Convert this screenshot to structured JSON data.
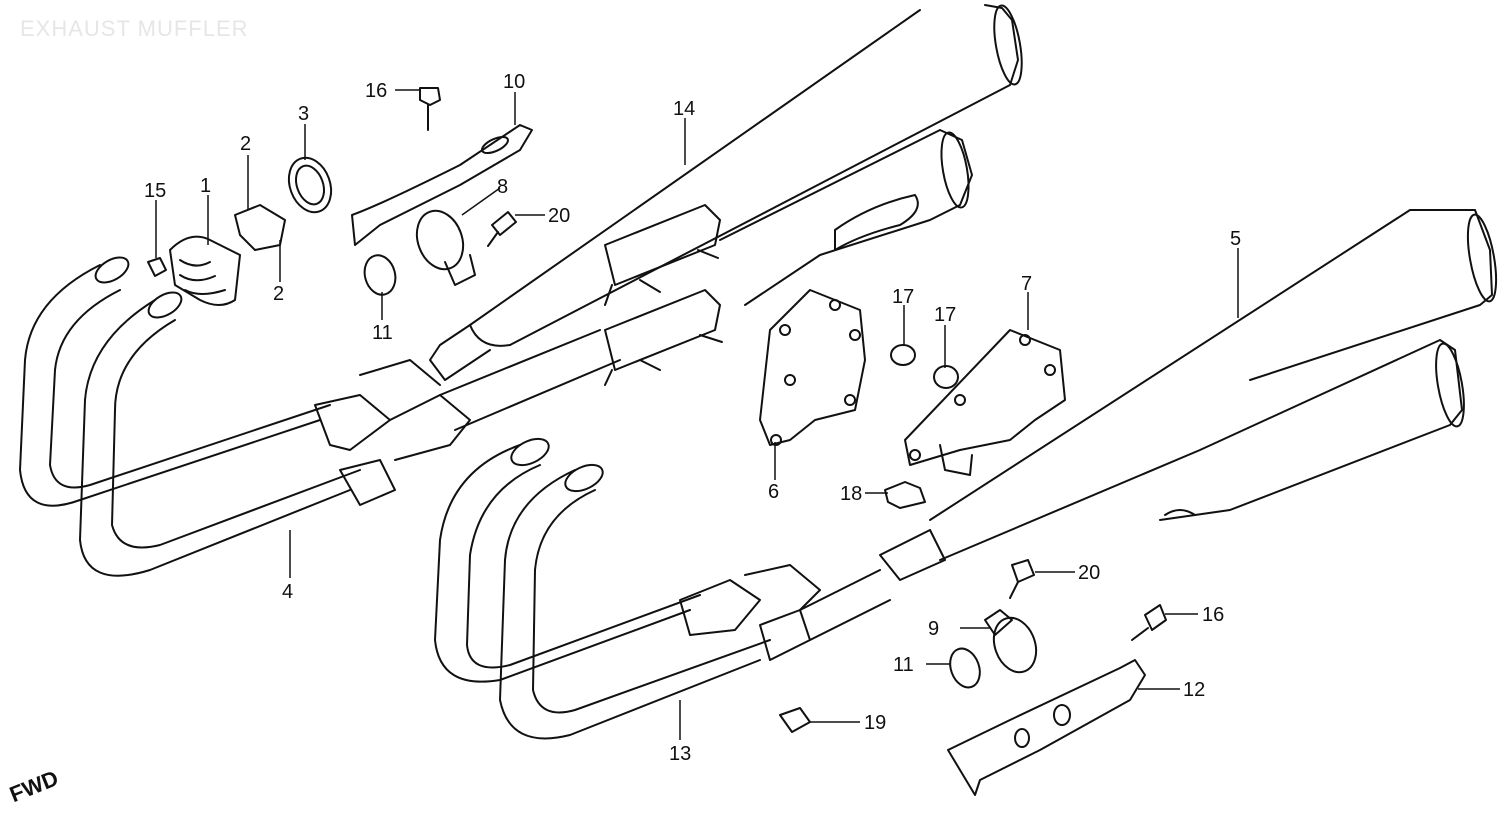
{
  "title": "EXHAUST MUFFLER",
  "direction_mark": "FWD",
  "callouts": [
    {
      "key": "p1",
      "number": "1"
    },
    {
      "key": "p2a",
      "number": "2"
    },
    {
      "key": "p2b",
      "number": "2"
    },
    {
      "key": "p3",
      "number": "3"
    },
    {
      "key": "p4",
      "number": "4"
    },
    {
      "key": "p5",
      "number": "5"
    },
    {
      "key": "p6",
      "number": "6"
    },
    {
      "key": "p7",
      "number": "7"
    },
    {
      "key": "p8",
      "number": "8"
    },
    {
      "key": "p9",
      "number": "9"
    },
    {
      "key": "p10",
      "number": "10"
    },
    {
      "key": "p11a",
      "number": "11"
    },
    {
      "key": "p11b",
      "number": "11"
    },
    {
      "key": "p12",
      "number": "12"
    },
    {
      "key": "p13",
      "number": "13"
    },
    {
      "key": "p14",
      "number": "14"
    },
    {
      "key": "p15",
      "number": "15"
    },
    {
      "key": "p16a",
      "number": "16"
    },
    {
      "key": "p16b",
      "number": "16"
    },
    {
      "key": "p17a",
      "number": "17"
    },
    {
      "key": "p17b",
      "number": "17"
    },
    {
      "key": "p18",
      "number": "18"
    },
    {
      "key": "p19",
      "number": "19"
    },
    {
      "key": "p20a",
      "number": "20"
    },
    {
      "key": "p20b",
      "number": "20"
    }
  ]
}
